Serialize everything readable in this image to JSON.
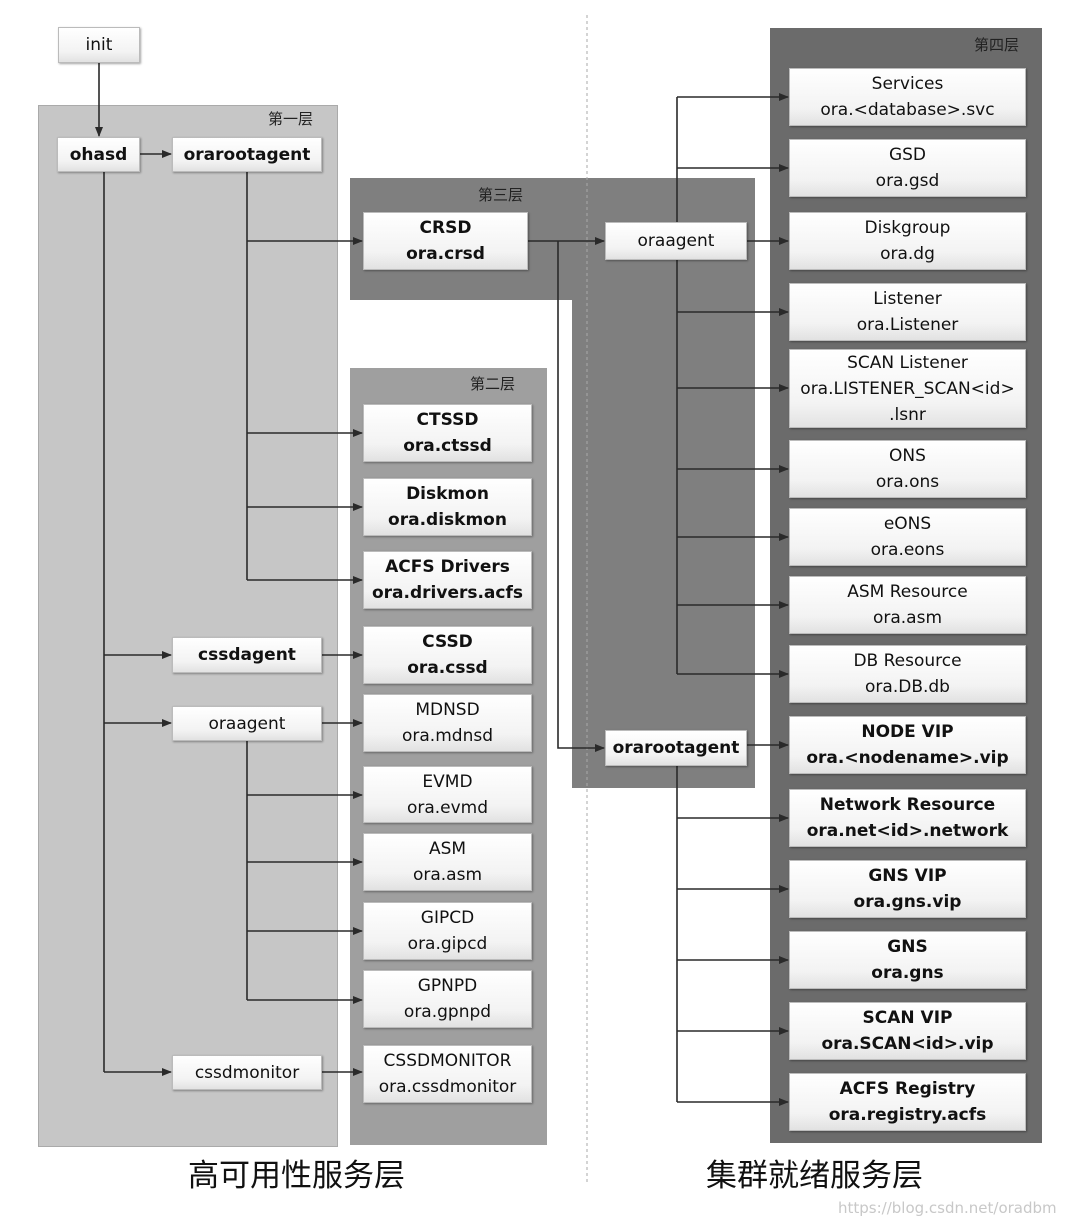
{
  "layers": {
    "layer1": "第一层",
    "layer2": "第二层",
    "layer3": "第三层",
    "layer4": "第四层"
  },
  "colors": {
    "layer1": "#c6c6c6",
    "layer2": "#9f9f9f",
    "layer3": "#7f7f7f",
    "layer4": "#6b6b6b",
    "line": "#2a2a2a"
  },
  "nodes": {
    "init": [
      "init"
    ],
    "ohasd": [
      "ohasd"
    ],
    "orarootagent1": [
      "orarootagent"
    ],
    "cssdagent": [
      "cssdagent"
    ],
    "oraagent1": [
      "oraagent"
    ],
    "cssdmonitor": [
      "cssdmonitor"
    ],
    "crsd": [
      "CRSD",
      "ora.crsd"
    ],
    "ctssd": [
      "CTSSD",
      "ora.ctssd"
    ],
    "diskmon": [
      "Diskmon",
      "ora.diskmon"
    ],
    "acfsdrv": [
      "ACFS Drivers",
      "ora.drivers.acfs"
    ],
    "cssd": [
      "CSSD",
      "ora.cssd"
    ],
    "mdnsd": [
      "MDNSD",
      "ora.mdnsd"
    ],
    "evmd": [
      "EVMD",
      "ora.evmd"
    ],
    "asm2": [
      "ASM",
      "ora.asm"
    ],
    "gipcd": [
      "GIPCD",
      "ora.gipcd"
    ],
    "gpnpd": [
      "GPNPD",
      "ora.gpnpd"
    ],
    "cssdmon2": [
      "CSSDMONITOR",
      "ora.cssdmonitor"
    ],
    "oraagent3": [
      "oraagent"
    ],
    "orarootagent3": [
      "orarootagent"
    ],
    "services": [
      "Services",
      "ora.<database>.svc"
    ],
    "gsd": [
      "GSD",
      "ora.gsd"
    ],
    "diskgroup": [
      "Diskgroup",
      "ora.dg"
    ],
    "listener": [
      "Listener",
      "ora.Listener"
    ],
    "scanlsnr": [
      "SCAN Listener",
      "ora.LISTENER_SCAN<id>",
      ".lsnr"
    ],
    "ons": [
      "ONS",
      "ora.ons"
    ],
    "eons": [
      "eONS",
      "ora.eons"
    ],
    "asmres": [
      "ASM Resource",
      "ora.asm"
    ],
    "dbres": [
      "DB Resource",
      "ora.DB.db"
    ],
    "nodevip": [
      "NODE VIP",
      "ora.<nodename>.vip"
    ],
    "netres": [
      "Network Resource",
      "ora.net<id>.network"
    ],
    "gnsvip": [
      "GNS VIP",
      "ora.gns.vip"
    ],
    "gns": [
      "GNS",
      "ora.gns"
    ],
    "scanvip": [
      "SCAN VIP",
      "ora.SCAN<id>.vip"
    ],
    "acfsreg": [
      "ACFS Registry",
      "ora.registry.acfs"
    ]
  },
  "captions": {
    "left": "高可用性服务层",
    "right": "集群就绪服务层"
  },
  "watermark": "https://blog.csdn.net/oradbm"
}
